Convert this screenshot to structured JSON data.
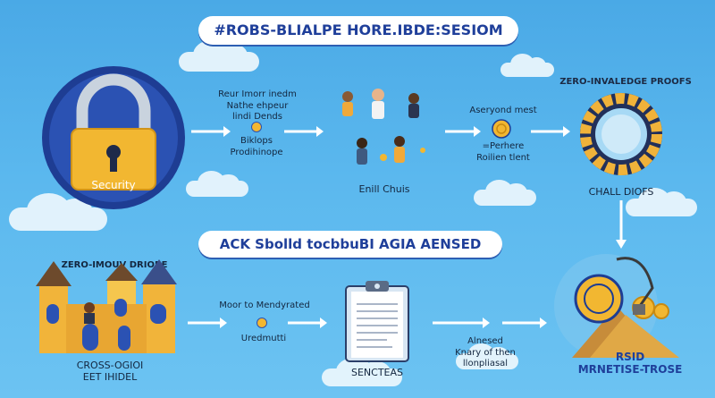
{
  "top_banner": "#ROBS-BLIALPE HORE.IBDE:SESIOM",
  "mid_banner": "ACK Sbolld tocbbuBI AGIA AENSED",
  "security_label": "Security",
  "text_block_1": [
    "Reur Imorr inedm",
    "Nathe ehpeur",
    "lindi Dends"
  ],
  "text_block_2": [
    "Biklops",
    "Prodihinope"
  ],
  "people_label": "Enill Chuis",
  "text_block_3": "Aseryond mest",
  "text_block_4": [
    "=Perhere",
    "Roilien tlent"
  ],
  "zk_title": "ZERO-INVALEDGE PROOFS",
  "zk_caption": "CHALL DIOFS",
  "bottom_left_title": "ZERO-IMOUV DRIOBE",
  "bottom_left_caption": [
    "CROSS-OGIOI",
    "EET IHIDEL"
  ],
  "text_block_5": "Moor to Mendyrated",
  "text_block_6": "Uredmutti",
  "document_caption": "SENCTEAS",
  "text_block_7": [
    "Alnesed",
    "Knary of then",
    "llonpliasal"
  ],
  "bottom_right_caption": [
    "RSID",
    "MRNETISE-TROSE"
  ],
  "colors": {
    "navy": "#1f3f9a",
    "gold": "#f2b731",
    "sky": "#5bb8ee"
  }
}
